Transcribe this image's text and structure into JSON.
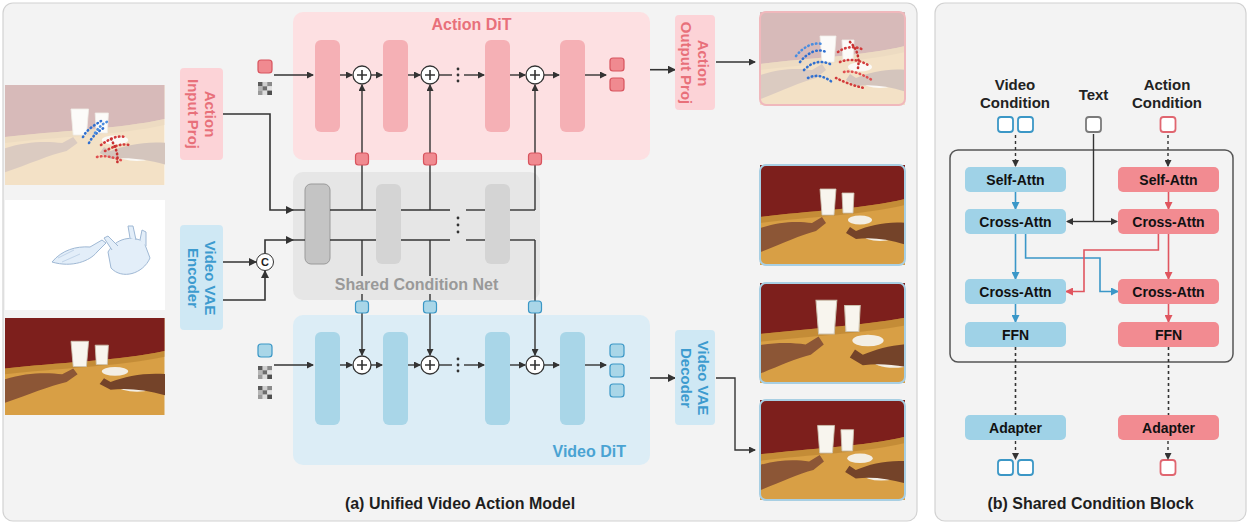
{
  "diagram": {
    "nodes": [
      {
        "text": [
          "(a) Unified Video Action Model"
        ]
      },
      {
        "text": [
          "Action DiT"
        ],
        "in": 0
      },
      {
        "text": [
          "Action Input Proj"
        ],
        "in": 0
      },
      {
        "text": [
          "Action Output Proj"
        ],
        "in": 0
      },
      {
        "text": [
          "Shared Condition Net"
        ],
        "in": 0
      },
      {
        "text": [
          "Video VAE Encoder"
        ],
        "in": 0
      },
      {
        "text": [
          "C"
        ],
        "in": 0
      },
      {
        "text": [
          "Video DiT"
        ],
        "in": 0
      },
      {
        "text": [
          "Video VAE Decoder"
        ],
        "in": 0
      },
      {
        "text": [
          "(b) Shared Condition Block"
        ]
      },
      {
        "text": [
          "Self-Attn"
        ],
        "in": 9
      },
      {
        "text": [
          "Self-Attn"
        ],
        "in": 9
      },
      {
        "text": [
          "Cross-Attn"
        ],
        "in": 9
      },
      {
        "text": [
          "Cross-Attn"
        ],
        "in": 9
      },
      {
        "text": [
          "Cross-Attn"
        ],
        "in": 9
      },
      {
        "text": [
          "Cross-Attn"
        ],
        "in": 9
      },
      {
        "text": [
          "FFN"
        ],
        "in": 9
      },
      {
        "text": [
          "FFN"
        ],
        "in": 9
      },
      {
        "text": [
          "Adapter"
        ],
        "in": 9
      },
      {
        "text": [
          "Adapter"
        ],
        "in": 9
      }
    ],
    "edges": [
      {
        "from": 2,
        "to": 4,
        "arrow": "to"
      },
      {
        "from": 5,
        "to": 6,
        "arrow": "to"
      },
      {
        "from": 5,
        "to": 6,
        "arrow": "to"
      },
      {
        "from": 6,
        "to": 4,
        "arrow": "to"
      },
      {
        "from": 1,
        "to": 3,
        "arrow": "to"
      },
      {
        "from": 7,
        "to": 8,
        "arrow": "to"
      },
      {
        "from": 10,
        "to": 12,
        "arrow": "to"
      },
      {
        "from": 11,
        "to": 13,
        "arrow": "to"
      },
      {
        "from": 12,
        "to": 14,
        "arrow": "to"
      },
      {
        "from": 12,
        "to": 15,
        "arrow": "to"
      },
      {
        "from": 13,
        "to": 14,
        "arrow": "to"
      },
      {
        "from": 13,
        "to": 15,
        "arrow": "to"
      },
      {
        "from": 14,
        "to": 16,
        "arrow": "to"
      },
      {
        "from": 15,
        "to": 17,
        "arrow": "to"
      },
      {
        "from": 16,
        "to": 18,
        "arrow": "none"
      },
      {
        "from": 17,
        "to": 19,
        "arrow": "none"
      }
    ],
    "labels": [
      "Video Condition",
      "Text",
      "Action Condition"
    ]
  }
}
